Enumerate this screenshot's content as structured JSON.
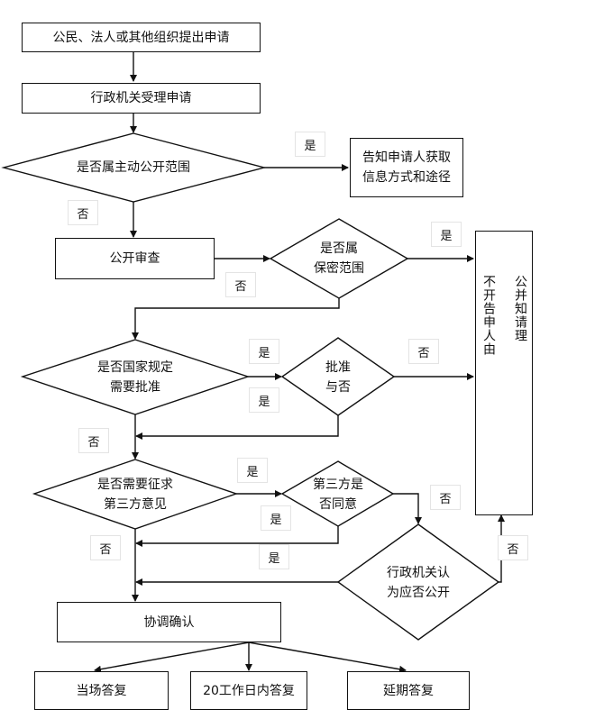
{
  "nodes": {
    "apply": "公民、法人或其他组织提出申请",
    "accept": "行政机关受理申请",
    "scope": "是否属主动公开范围",
    "inform": "告知申请人获取\n信息方式和途径",
    "review": "公开审查",
    "secret": "是否属\n保密范围",
    "refuse_col1": "不开告申人由",
    "refuse_col2": "公并知请理",
    "national": "是否国家规定\n需要批准",
    "approve": "批准\n与否",
    "third": "是否需要征求\n第三方意见",
    "agree": "第三方是\n否同意",
    "decide": "行政机关认\n为应否公开",
    "coord": "协调确认",
    "reply1": "当场答复",
    "reply2": "20工作日内答复",
    "reply3": "延期答复"
  },
  "labels": {
    "yes": "是",
    "no": "否"
  }
}
